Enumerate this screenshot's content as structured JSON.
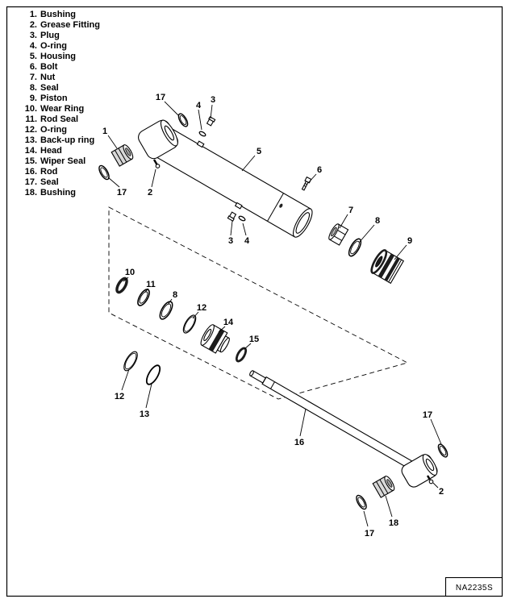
{
  "page": {
    "drawing_code": "NA2235S"
  },
  "parts": [
    {
      "num": "1.",
      "name": "Bushing"
    },
    {
      "num": "2.",
      "name": "Grease Fitting"
    },
    {
      "num": "3.",
      "name": "Plug"
    },
    {
      "num": "4.",
      "name": "O-ring"
    },
    {
      "num": "5.",
      "name": "Housing"
    },
    {
      "num": "6.",
      "name": "Bolt"
    },
    {
      "num": "7.",
      "name": "Nut"
    },
    {
      "num": "8.",
      "name": "Seal"
    },
    {
      "num": "9.",
      "name": "Piston"
    },
    {
      "num": "10.",
      "name": "Wear Ring"
    },
    {
      "num": "11.",
      "name": "Rod Seal"
    },
    {
      "num": "12.",
      "name": "O-ring"
    },
    {
      "num": "13.",
      "name": "Back-up ring"
    },
    {
      "num": "14.",
      "name": "Head"
    },
    {
      "num": "15.",
      "name": "Wiper Seal"
    },
    {
      "num": "16.",
      "name": "Rod"
    },
    {
      "num": "17.",
      "name": "Seal"
    },
    {
      "num": "18.",
      "name": "Bushing"
    }
  ],
  "callouts": [
    "17",
    "4",
    "3",
    "1",
    "17",
    "2",
    "5",
    "6",
    "3",
    "4",
    "7",
    "8",
    "9",
    "10",
    "11",
    "8",
    "12",
    "14",
    "15",
    "12",
    "13",
    "16",
    "17",
    "2",
    "18",
    "17"
  ],
  "colors": {
    "ink": "#000000",
    "paper": "#ffffff",
    "shade": "#1c1c1c"
  }
}
